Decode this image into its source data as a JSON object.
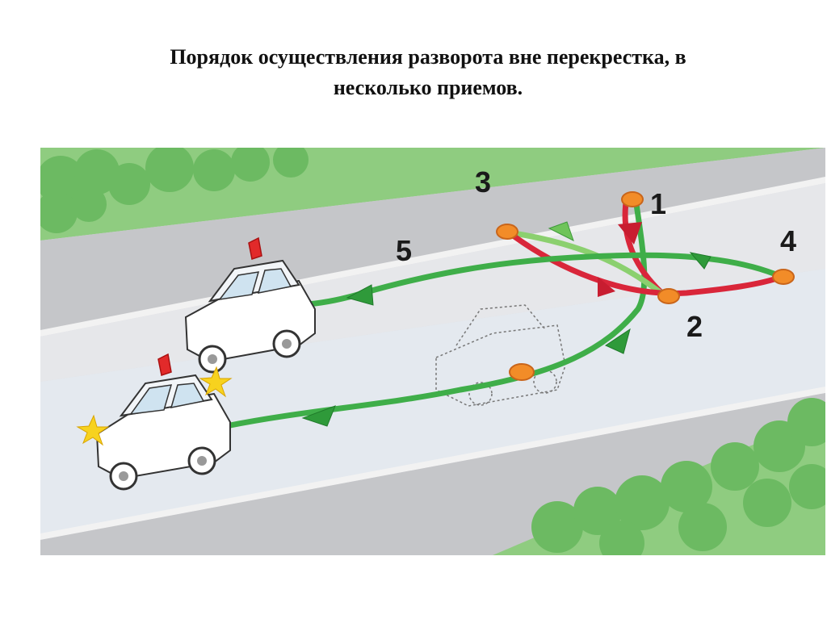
{
  "slide": {
    "title_line1": "Порядок осуществления разворота вне перекрестка, в",
    "title_line2": "несколько приемов."
  },
  "diagram": {
    "step_labels": [
      "1",
      "2",
      "3",
      "4",
      "5"
    ],
    "colors": {
      "grass": "#7cc36f",
      "grass_dark": "#5aa852",
      "road": "#d9dadd",
      "lane": "#e9ebee",
      "sidewalk": "#c6c7ca",
      "forward_path": "#3fae49",
      "reverse_path": "#d9263a",
      "point_marker": "#f28c28",
      "car_body": "#ffffff",
      "beacon": "#e22a2a",
      "hazard_light": "#f7d21e"
    },
    "icons": {
      "point_marker": "orange-dot-icon",
      "car": "car-icon",
      "beacon": "beacon-icon",
      "hazard": "star-flash-icon"
    }
  }
}
